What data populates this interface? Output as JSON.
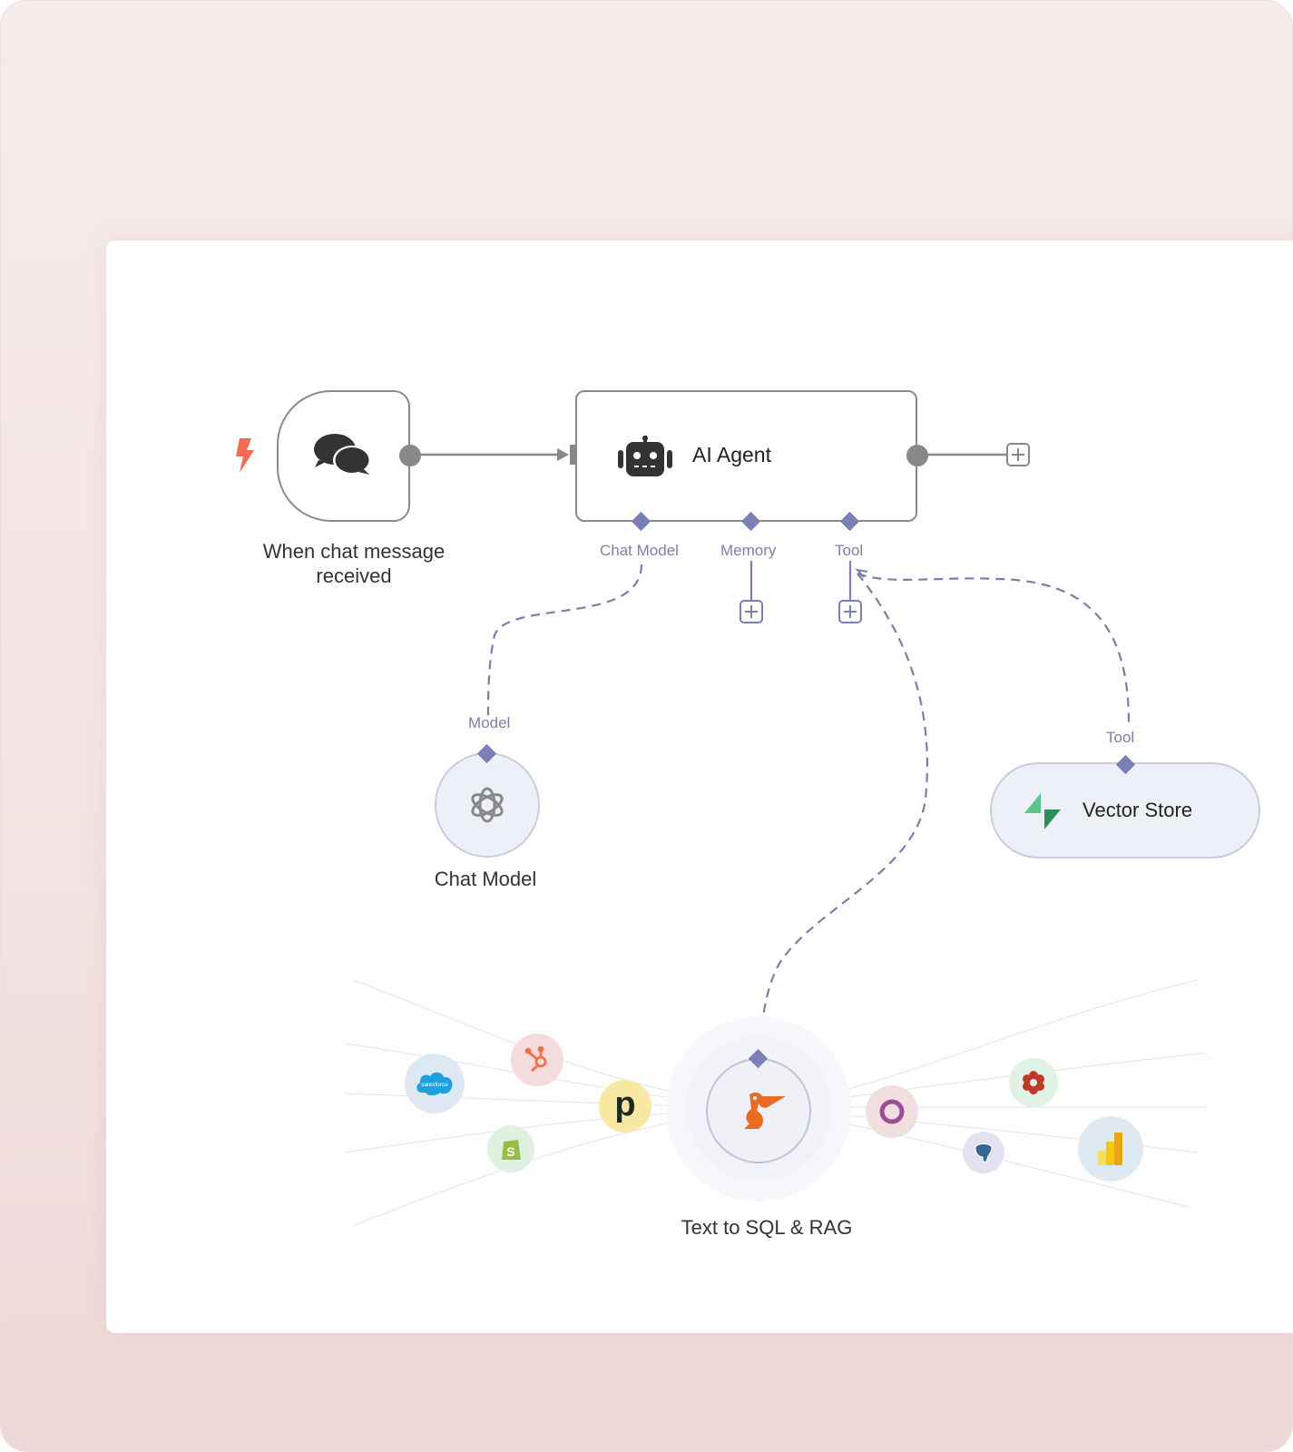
{
  "trigger": {
    "label_line1": "When chat message",
    "label_line2": "received",
    "icon": "chat-bubbles-icon",
    "trigger_icon": "lightning-icon"
  },
  "agent": {
    "title": "AI Agent",
    "icon": "robot-icon",
    "ports": {
      "chat_model": "Chat Model",
      "memory": "Memory",
      "tool": "Tool"
    }
  },
  "chat_model": {
    "title": "Chat Model",
    "port_label": "Model",
    "icon": "openai-icon"
  },
  "vector_store": {
    "title": "Vector Store",
    "port_label": "Tool",
    "icon": "supabase-icon"
  },
  "sql_rag": {
    "title": "Text to SQL & RAG",
    "icon": "pelican-icon",
    "integrations": [
      {
        "name": "Salesforce",
        "icon": "salesforce-icon",
        "text": "salesforce"
      },
      {
        "name": "HubSpot",
        "icon": "hubspot-icon"
      },
      {
        "name": "Pipedrive",
        "icon": "pipedrive-icon",
        "text": "p"
      },
      {
        "name": "Shopify",
        "icon": "shopify-icon",
        "text": "S"
      },
      {
        "name": "Circle",
        "icon": "ring-icon"
      },
      {
        "name": "Snowflake",
        "icon": "flower-icon"
      },
      {
        "name": "PostgreSQL",
        "icon": "postgres-icon"
      },
      {
        "name": "Power BI",
        "icon": "powerbi-icon"
      }
    ]
  },
  "colors": {
    "port": "#7b7fb5",
    "edge": "#7f7f7f",
    "sub_node_bg": "#eef0f8",
    "trigger": "#f26d50"
  }
}
